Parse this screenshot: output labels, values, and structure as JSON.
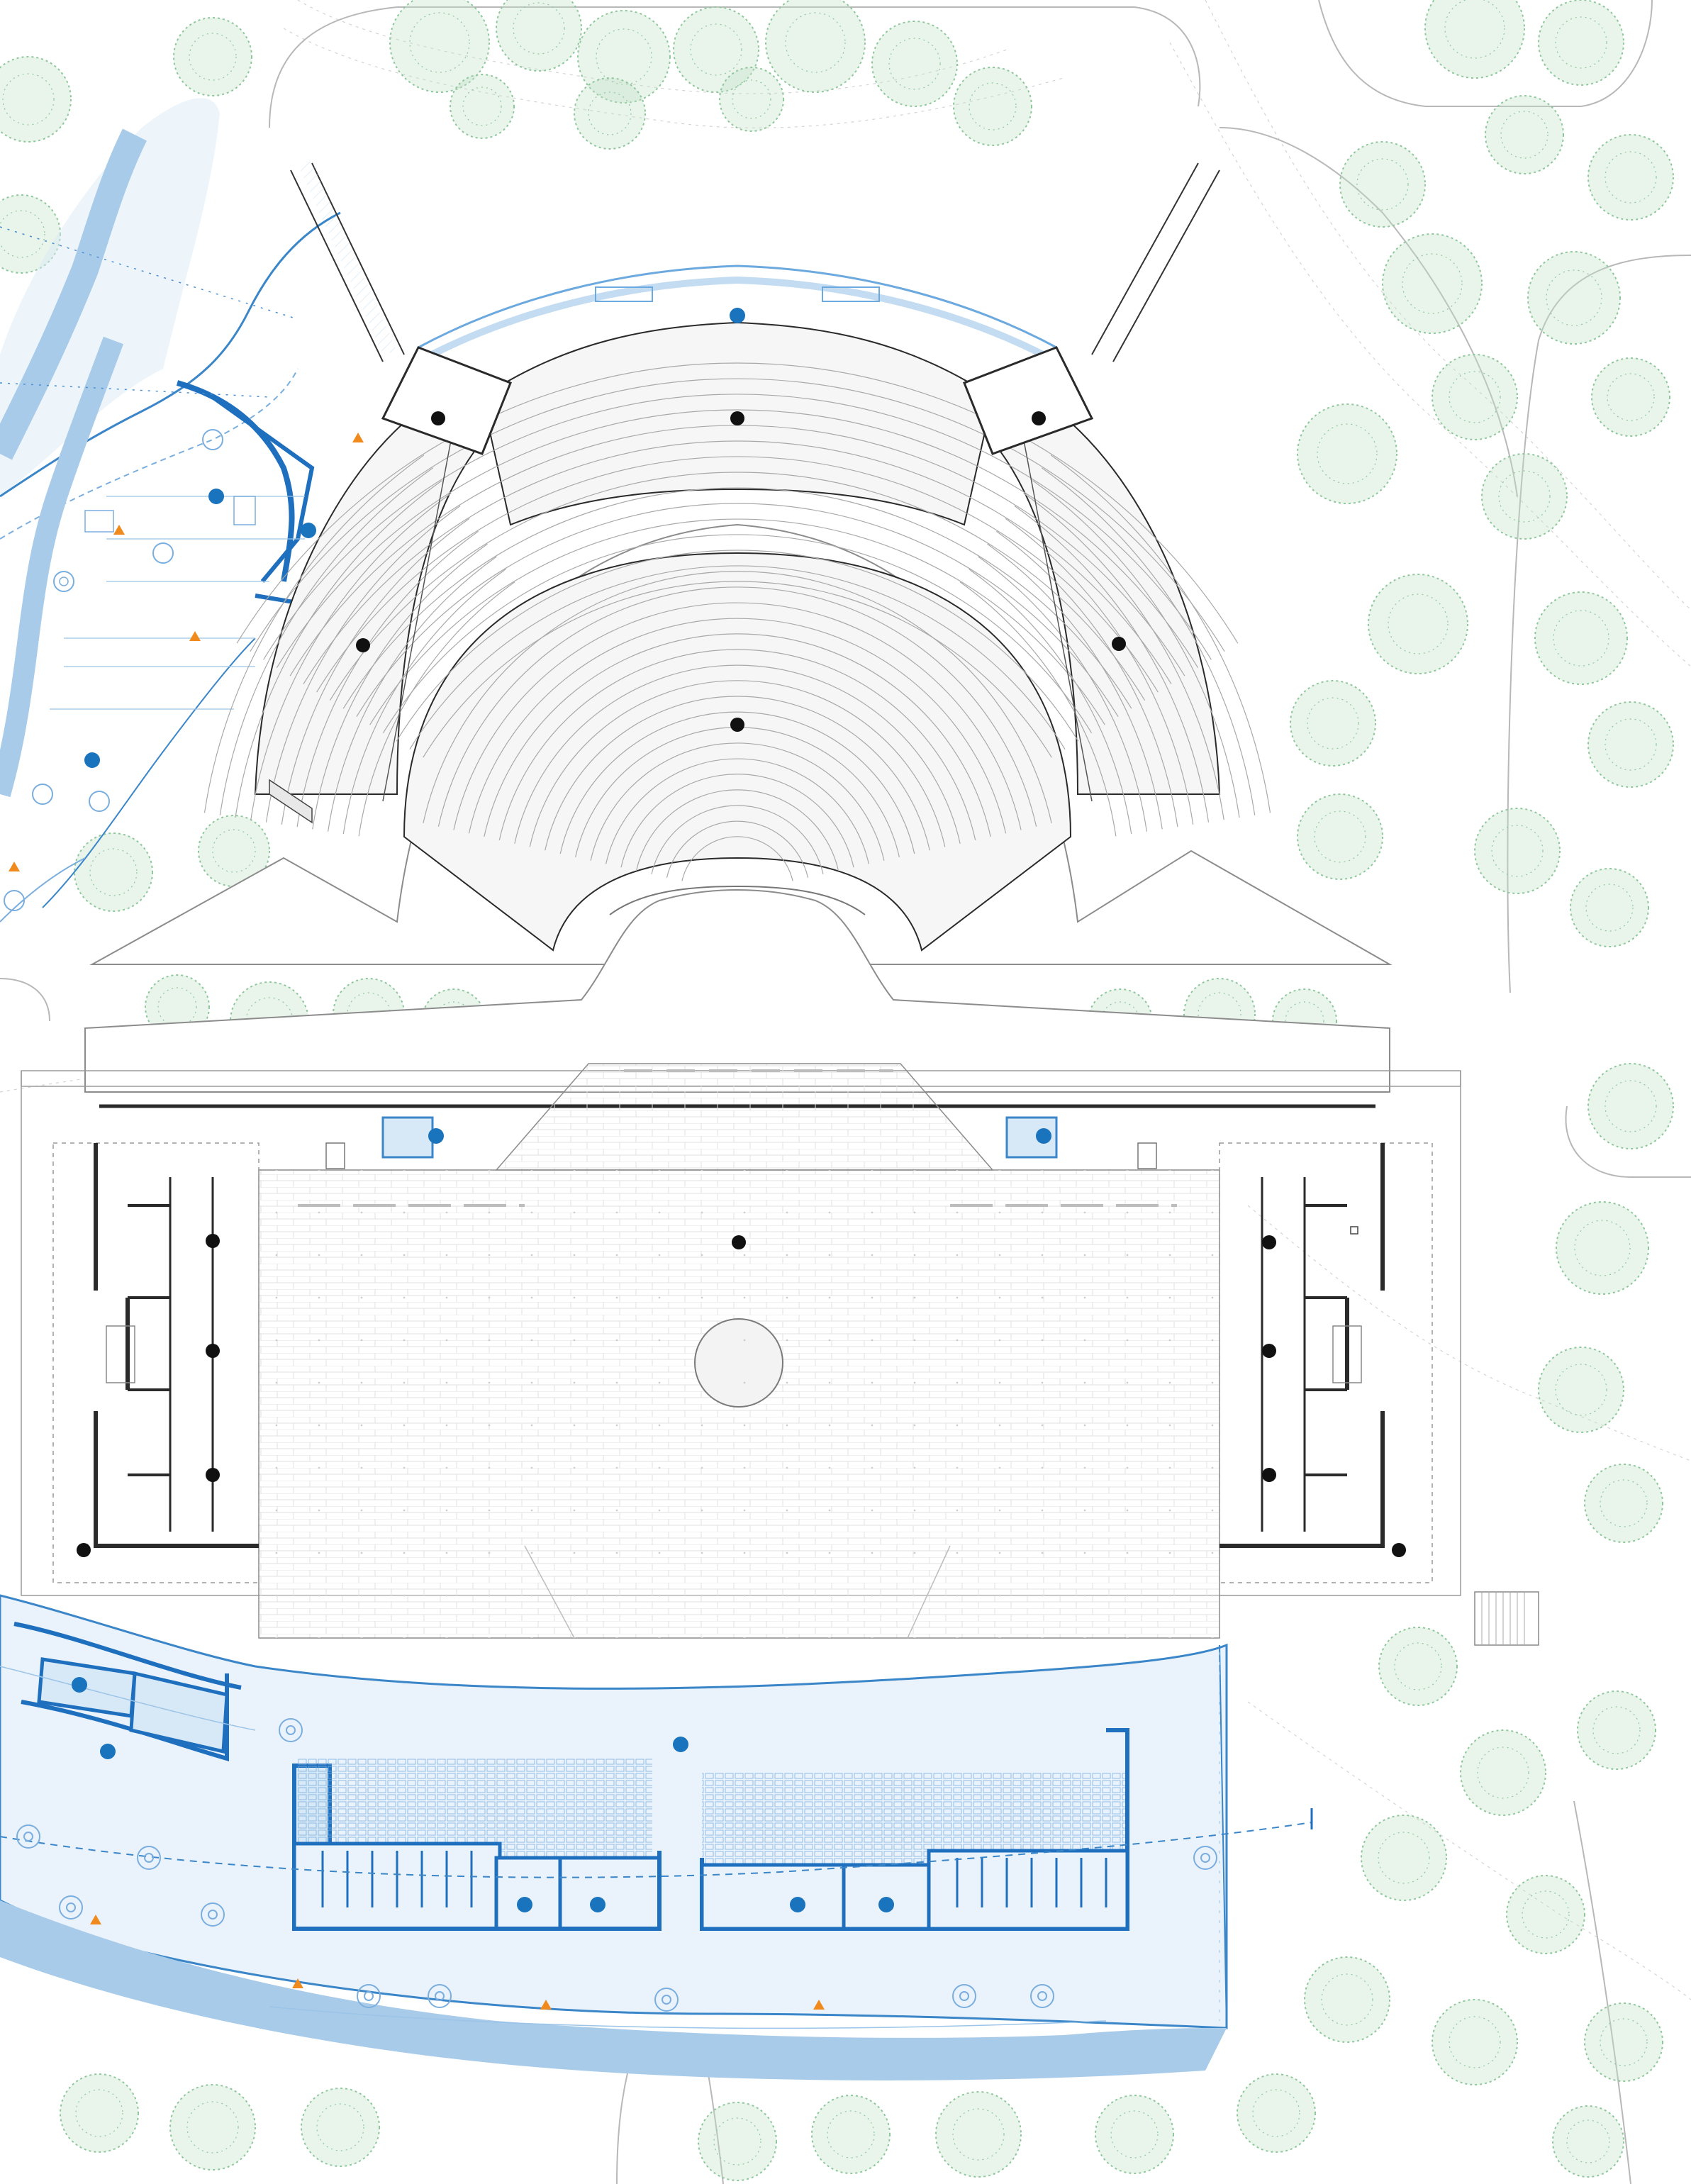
{
  "drawing": {
    "kind": "architectural site floor plan",
    "colors": {
      "background": "#ffffff",
      "line": "#9a9a9a",
      "wall": "#2a2a2a",
      "tree": "#bfe0c6",
      "tree_line": "#8fc79c",
      "highlight_fill": "#d7e8f6",
      "highlight_line": "#3a86c8",
      "highlight_strong": "#1f6fbf",
      "water": "#a8cbe9",
      "marker": "#111111",
      "marker_blue": "#1a73bd",
      "triangle": "#f08a1c"
    },
    "zones": [
      {
        "name": "amphitheater",
        "marker_count": 5
      },
      {
        "name": "stage-plaza",
        "marker_count": 10
      },
      {
        "name": "west-wing",
        "marker_count": 3
      },
      {
        "name": "south-wing",
        "marker_count": 7
      }
    ]
  }
}
